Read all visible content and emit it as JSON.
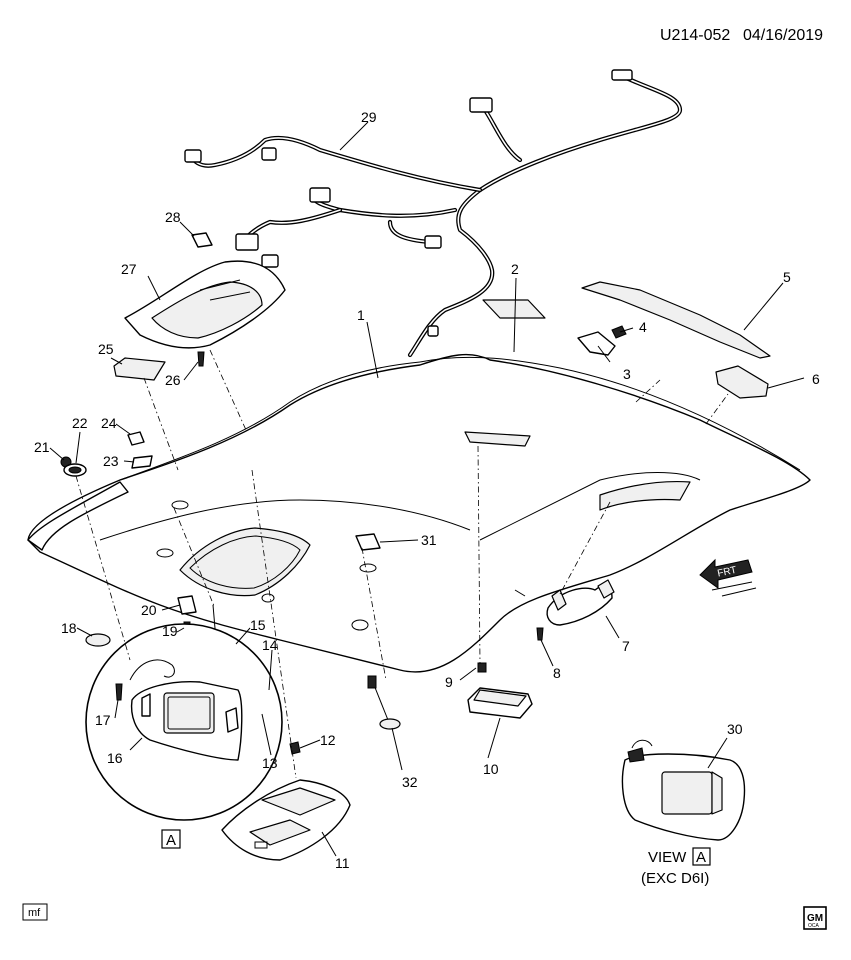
{
  "header": {
    "code": "U214-052",
    "date": "04/16/2019"
  },
  "callouts": [
    "1",
    "2",
    "3",
    "4",
    "5",
    "6",
    "7",
    "8",
    "9",
    "10",
    "11",
    "12",
    "13",
    "14",
    "15",
    "16",
    "17",
    "18",
    "19",
    "20",
    "21",
    "22",
    "23",
    "24",
    "25",
    "26",
    "27",
    "28",
    "29",
    "30",
    "31",
    "32"
  ],
  "view_letter": "A",
  "view_label": "VIEW",
  "view_caption": "(EXC D6I)",
  "front_arrow": "FRT",
  "footer": {
    "mf": "mf",
    "logo_top": "GM",
    "logo_bottom": "OCA"
  }
}
